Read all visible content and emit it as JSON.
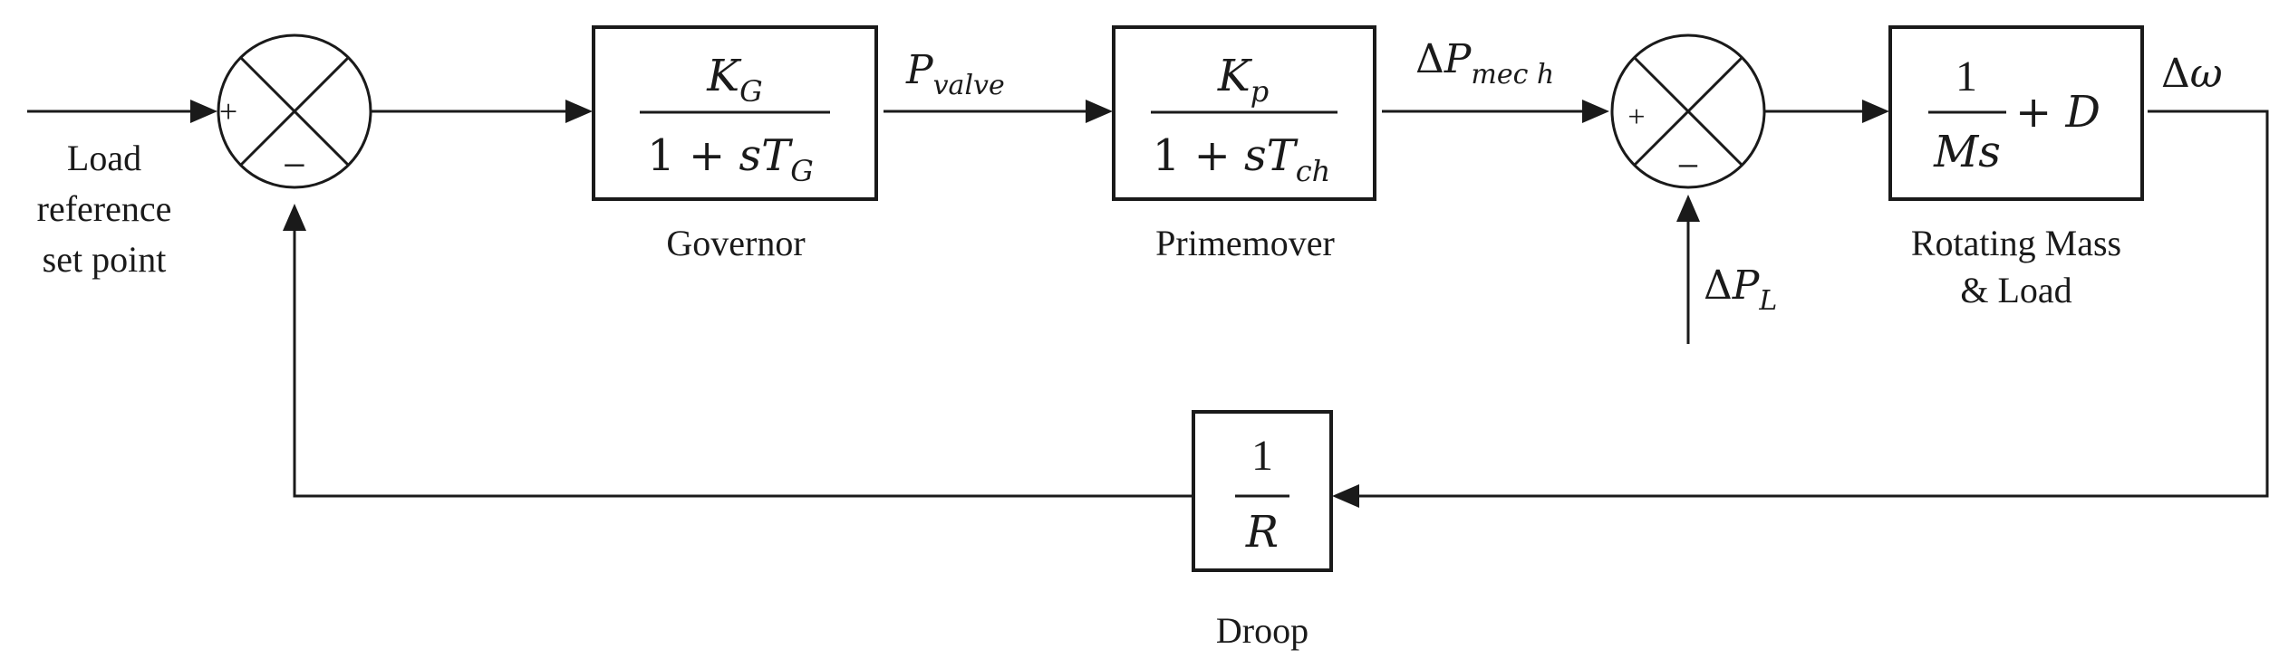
{
  "input_label": {
    "line1": "Load",
    "line2": "reference",
    "line3": "set point"
  },
  "summing_junction_1": {
    "plus_sign": "+",
    "minus_sign": "−"
  },
  "summing_junction_2": {
    "plus_sign": "+",
    "minus_sign": "−"
  },
  "governor": {
    "caption": "Governor",
    "num_main": "K",
    "num_sub": "G",
    "den_prefix": "1 + ",
    "den_main": "sT",
    "den_sub": "G"
  },
  "primemover": {
    "caption": "Primemover",
    "num_main": "K",
    "num_sub": "p",
    "den_prefix": "1 + ",
    "den_main": "sT",
    "den_sub": "ch"
  },
  "rotating_mass": {
    "caption_line1": "Rotating Mass",
    "caption_line2": "& Load",
    "num": "1",
    "den": "Ms",
    "suffix": "+ ",
    "suffix_var": "D"
  },
  "droop": {
    "caption": "Droop",
    "num": "1",
    "den": "R"
  },
  "signals": {
    "p_valve": {
      "main": "P",
      "sub": "valve"
    },
    "delta_p_mech": {
      "delta": "Δ",
      "main": "P",
      "sub": "mec h"
    },
    "delta_p_load": {
      "delta": "Δ",
      "main": "P",
      "sub": "L"
    },
    "delta_omega": {
      "delta": "Δ",
      "main": "ω"
    }
  }
}
